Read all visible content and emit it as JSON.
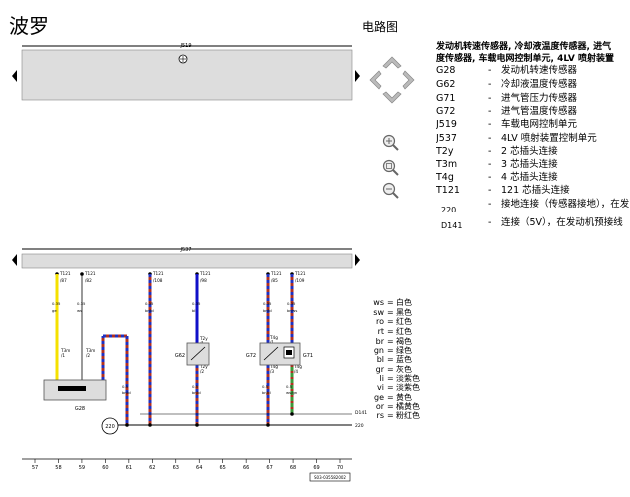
{
  "page": {
    "title": "波罗",
    "section": "电路图"
  },
  "legend": {
    "heading_lines": [
      "发动机转速传感器, 冷却液温度传感器, 进气",
      "度传感器, 车载电网控制单元, 4LV 喷射装置"
    ],
    "items": [
      {
        "code": "G28",
        "desc": "发动机转速传感器"
      },
      {
        "code": "G62",
        "desc": "冷却液温度传感器"
      },
      {
        "code": "G71",
        "desc": "进气管压力传感器"
      },
      {
        "code": "G72",
        "desc": "进气管温度传感器"
      },
      {
        "code": "J519",
        "desc": "车载电网控制单元"
      },
      {
        "code": "J537",
        "desc": "4LV 喷射装置控制单元"
      },
      {
        "code": "T2y",
        "desc": "2 芯插头连接"
      },
      {
        "code": "T3m",
        "desc": "3 芯插头连接"
      },
      {
        "code": "T4g",
        "desc": "4 芯插头连接"
      },
      {
        "code": "T121",
        "desc": "121 芯插头连接"
      },
      {
        "code": "220",
        "desc": "接地连接（传感器接地），在发"
      },
      {
        "code": "D141",
        "desc": "连接（5V），在发动机预接线"
      }
    ]
  },
  "colors_key": [
    {
      "code": "ws",
      "name": "白色"
    },
    {
      "code": "sw",
      "name": "黑色"
    },
    {
      "code": "ro",
      "name": "红色"
    },
    {
      "code": "rt",
      "name": "红色"
    },
    {
      "code": "br",
      "name": "褐色"
    },
    {
      "code": "gn",
      "name": "绿色"
    },
    {
      "code": "bl",
      "name": "蓝色"
    },
    {
      "code": "gr",
      "name": "灰色"
    },
    {
      "code": "li",
      "name": "淡紫色"
    },
    {
      "code": "vi",
      "name": "淡紫色"
    },
    {
      "code": "ge",
      "name": "黄色"
    },
    {
      "code": "or",
      "name": "橘黄色"
    },
    {
      "code": "rs",
      "name": "粉红色"
    }
  ],
  "diagram": {
    "top_unit_label": "J519",
    "bottom_unit_label": "J537",
    "ground_label": "220",
    "right_labels": [
      "D141",
      "220"
    ],
    "doc_number": "S03-035582002",
    "connectors": [
      {
        "pin": "T121",
        "no": "/87"
      },
      {
        "pin": "T121",
        "no": "/82"
      },
      {
        "pin": "T121",
        "no": "/108"
      },
      {
        "pin": "T121",
        "no": "/98"
      },
      {
        "pin": "T121",
        "no": "/85"
      },
      {
        "pin": "T121",
        "no": "/109"
      }
    ],
    "wires": [
      {
        "size": "0.35",
        "color": "ge"
      },
      {
        "size": "0.35",
        "color": "ws"
      },
      {
        "size": "0.35",
        "color": "br/bl"
      },
      {
        "size": "0.35",
        "color": "bl"
      },
      {
        "size": "0.35",
        "color": "br/bl"
      },
      {
        "size": "0.35",
        "color": "br/ws"
      }
    ],
    "lower_wires": [
      {
        "size": "0.5",
        "color": "br/bl"
      },
      {
        "size": "0.5",
        "color": "br/bl"
      },
      {
        "size": "0.5",
        "color": "br/bl"
      },
      {
        "size": "0.5",
        "color": "br/bl"
      },
      {
        "size": "0.5",
        "color": "ws/gn"
      }
    ],
    "components": [
      {
        "code": "G28"
      },
      {
        "code": "G62"
      },
      {
        "code": "G72"
      },
      {
        "code": "G71"
      }
    ],
    "plug_labels": [
      "T3m",
      "T3m",
      "T2y",
      "T2y",
      "T4g",
      "T4g",
      "T4g"
    ],
    "plug_pins": [
      "/1",
      "/2",
      "/1",
      "/2",
      "/1",
      "/3",
      "/4"
    ],
    "columns": [
      "57",
      "58",
      "59",
      "60",
      "61",
      "62",
      "63",
      "64",
      "65",
      "66",
      "67",
      "68",
      "69",
      "70"
    ],
    "colors": {
      "ge": "#f5e100",
      "bl": "#1010c8",
      "br_bl_a": "#b03020",
      "br_bl_b": "#2030c0",
      "ws_gn": "#3a9a3a",
      "panel": "#dddddd"
    }
  }
}
